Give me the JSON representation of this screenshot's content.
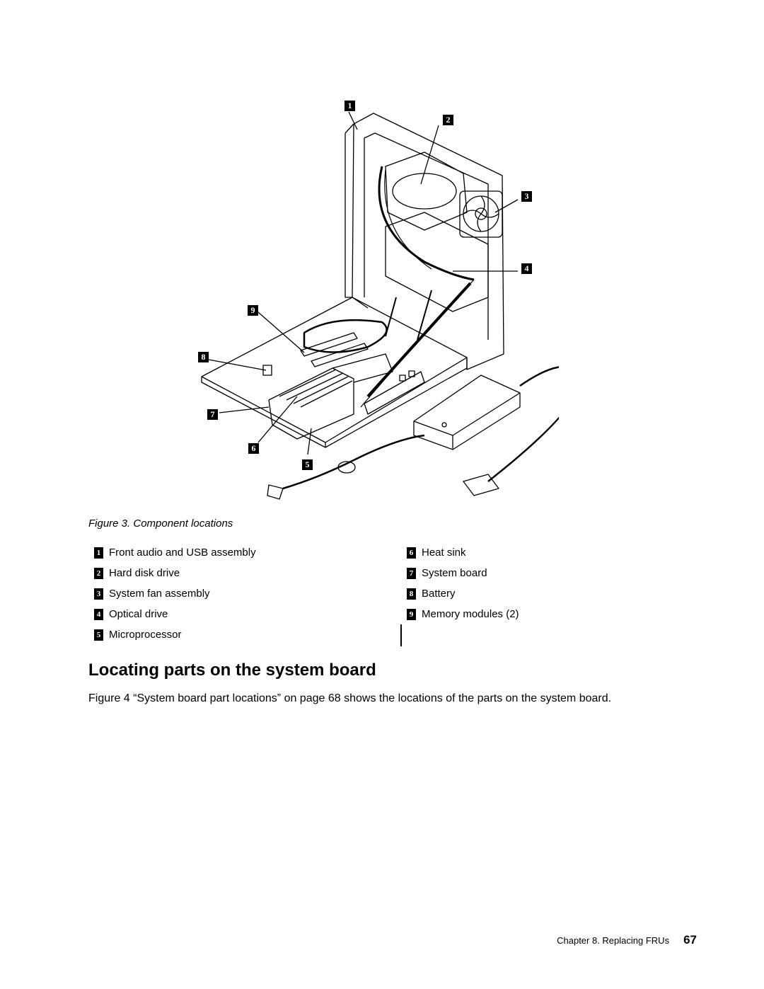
{
  "figure": {
    "callouts": [
      "1",
      "2",
      "3",
      "4",
      "5",
      "6",
      "7",
      "8",
      "9"
    ],
    "caption": "Figure 3.  Component locations"
  },
  "legend": {
    "items": [
      {
        "num": "1",
        "label": "Front audio and USB assembly"
      },
      {
        "num": "2",
        "label": "Hard disk drive"
      },
      {
        "num": "3",
        "label": "System fan assembly"
      },
      {
        "num": "4",
        "label": "Optical drive"
      },
      {
        "num": "5",
        "label": "Microprocessor"
      },
      {
        "num": "6",
        "label": "Heat sink"
      },
      {
        "num": "7",
        "label": "System board"
      },
      {
        "num": "8",
        "label": "Battery"
      },
      {
        "num": "9",
        "label": "Memory modules (2)"
      }
    ]
  },
  "section": {
    "heading": "Locating parts on the system board",
    "paragraph": "Figure 4 “System board part locations” on page 68 shows the locations of the parts on the system board."
  },
  "footer": {
    "chapter": "Chapter 8.  Replacing FRUs",
    "page": "67"
  }
}
